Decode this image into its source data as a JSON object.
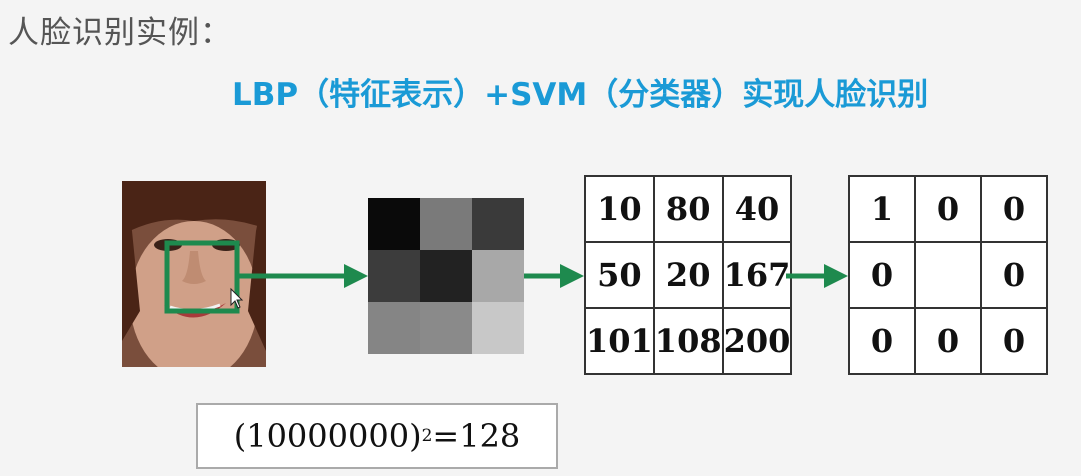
{
  "heading": "人脸识别实例：",
  "subtitle": "LBP（特征表示）+SVM（分类器）实现人脸识别",
  "pixel_block": {
    "cells": [
      "#0a0a0a",
      "#7a7a7a",
      "#3a3a3a",
      "#3c3c3c",
      "#222222",
      "#a8a8a8",
      "#858585",
      "#8a8a8a",
      "#c8c8c8"
    ]
  },
  "values_table": {
    "rows": [
      [
        "10",
        "80",
        "40"
      ],
      [
        "50",
        "20",
        "167"
      ],
      [
        "101",
        "108",
        "200"
      ]
    ]
  },
  "binary_table": {
    "rows": [
      [
        "1",
        "0",
        "0"
      ],
      [
        "0",
        "",
        "0"
      ],
      [
        "0",
        "0",
        "0"
      ]
    ]
  },
  "formula": {
    "lhs": "(10000000)",
    "base": "2",
    "rhs": "=128"
  },
  "colors": {
    "accent": "#1a9ad6",
    "arrow": "#1e8a4e",
    "heading": "#555555"
  }
}
